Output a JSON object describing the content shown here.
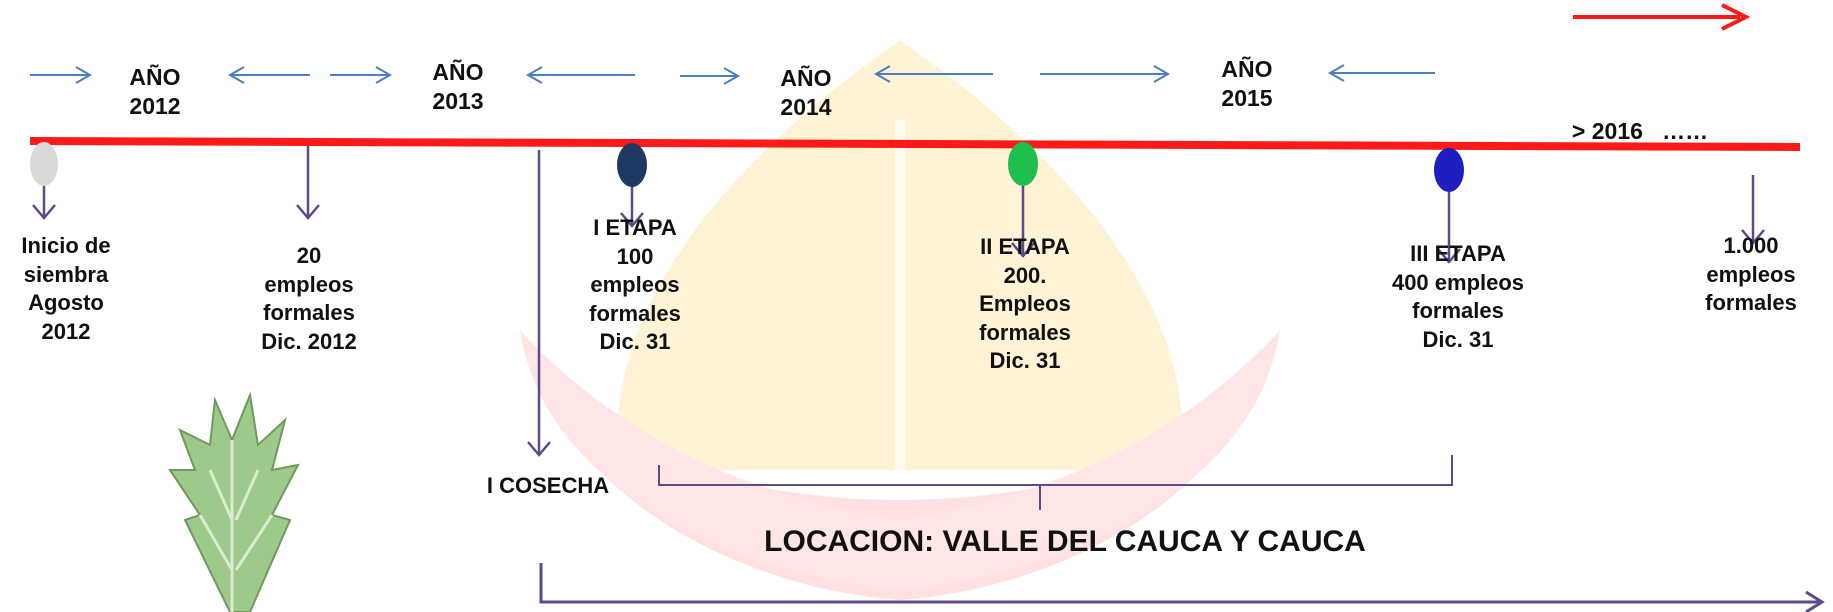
{
  "years": [
    {
      "id": "2012",
      "lines": [
        "AÑO",
        "2012"
      ]
    },
    {
      "id": "2013",
      "lines": [
        "AÑO",
        "2013"
      ]
    },
    {
      "id": "2014",
      "lines": [
        "AÑO",
        "2014"
      ]
    },
    {
      "id": "2015",
      "lines": [
        "AÑO",
        "2015"
      ]
    },
    {
      "id": "2016",
      "lines": [
        "> 2016   ……"
      ]
    }
  ],
  "milestones": [
    {
      "id": "inicio",
      "lines": [
        "Inicio de",
        "siembra",
        "Agosto",
        "2012"
      ]
    },
    {
      "id": "20",
      "lines": [
        "20",
        "empleos",
        "formales",
        "Dic. 2012"
      ]
    },
    {
      "id": "etapa-1",
      "lines": [
        "I ETAPA",
        "100",
        "empleos",
        "formales",
        "Dic. 31"
      ]
    },
    {
      "id": "etapa-2",
      "lines": [
        "II ETAPA",
        "200.",
        "Empleos",
        "formales",
        "Dic. 31"
      ]
    },
    {
      "id": "etapa-3",
      "lines": [
        "III ETAPA",
        "400 empleos",
        "formales",
        "Dic. 31"
      ]
    },
    {
      "id": "1000",
      "lines": [
        "1.000",
        "empleos",
        "formales"
      ]
    }
  ],
  "cosecha": "I COSECHA",
  "location": "LOCACION: VALLE DEL CAUCA Y CAUCA",
  "colors": {
    "timeline": "#ff1a1a",
    "arrow_blue": "#4a7fc0",
    "arrow_purple": "#5d4a8a",
    "node_gray": "#d9d9d9",
    "node_navy": "#1f3864",
    "node_green": "#1fbf4f",
    "node_blue": "#1f1fbf",
    "watermark_yellow": "#fff1cc",
    "watermark_red": "#ffd6d6"
  }
}
